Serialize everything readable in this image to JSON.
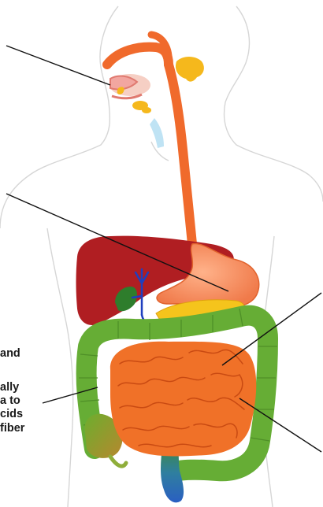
{
  "labels": {
    "fragment_1": "and",
    "fragment_2": "ally",
    "fragment_3": "a to",
    "fragment_4": "cids",
    "fragment_5": "fiber"
  }
}
